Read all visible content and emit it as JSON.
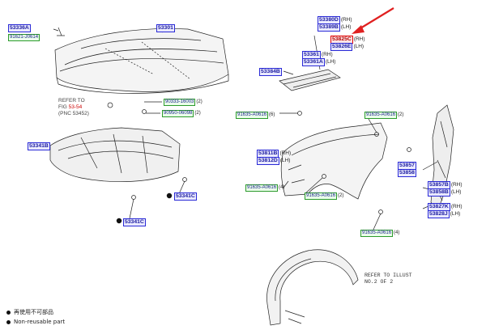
{
  "parts": {
    "p53336A": "53336A",
    "p91621": "91621-J0614",
    "p53301": "53301",
    "p53380D": "53380D",
    "p53389B": "53389B",
    "p53825C": "53825C",
    "p53826E": "53826E",
    "p53361": "53361",
    "p53361A": "53361A",
    "p53384B": "53384B",
    "p90333": "90333-16003",
    "p90950": "90950-06098",
    "p91635_a": "91635-A0616",
    "p91635_b": "91635-A0616",
    "p53341B": "53341B",
    "p53341C_a": "53341C",
    "p53341C_b": "53341C",
    "p53811B": "53811B",
    "p53812D": "53812D",
    "p91635_c": "91635-A0616",
    "p91635_d": "91635-A0616",
    "p91635_e": "91635-A0616",
    "p53857": "53857",
    "p53858": "53858",
    "p53857B": "53857B",
    "p53858B": "53858B",
    "p53827K": "53827K",
    "p53828J": "53828J"
  },
  "sides": {
    "rh": "(RH)",
    "lh": "(LH)"
  },
  "qty": {
    "q2": "(2)",
    "q6": "(6)",
    "q4": "(4)"
  },
  "notes": {
    "refer_line1": "REFER TO",
    "refer_line2_prefix": "FIG",
    "refer_fig": "53-54",
    "refer_line3": "(PNC 53452)",
    "illust_line1": "REFER TO ILLUST",
    "illust_line2": "NO.2 OF 2"
  },
  "legend": {
    "chinese": "再使用不可部品",
    "english": "Non-reusable part"
  },
  "colors": {
    "highlight": "#e00000",
    "arrow": "#e02020"
  }
}
